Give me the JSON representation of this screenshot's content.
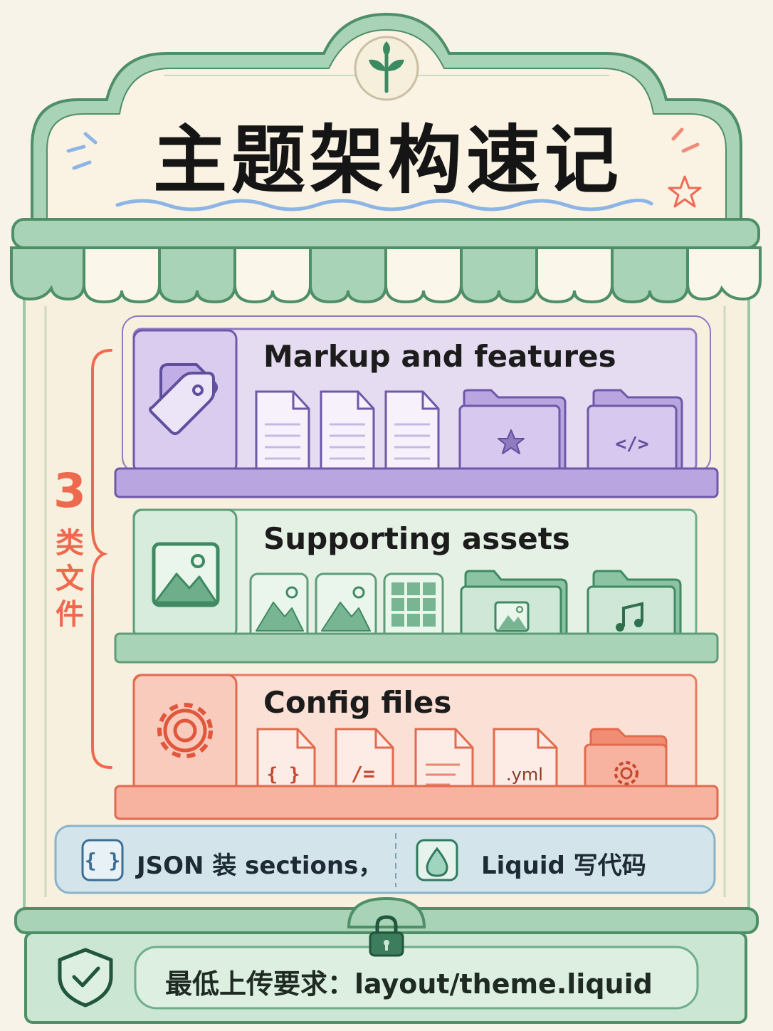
{
  "title": "主题架构速记",
  "side_brace": {
    "number": "3",
    "text": "类文件"
  },
  "shelves": [
    {
      "label": "Markup and features",
      "color": "#8f7ac0"
    },
    {
      "label": "Supporting assets",
      "color": "#6fae8a"
    },
    {
      "label": "Config files",
      "color": "#ea7a5f"
    }
  ],
  "config_file_glyphs": [
    "{ }",
    "/=",
    ".yml"
  ],
  "markup_folder_glyph": "</>",
  "note": {
    "left": "JSON 装 sections，",
    "right": "Liquid 写代码"
  },
  "footer": {
    "text": "最低上传要求：layout/theme.liquid"
  }
}
